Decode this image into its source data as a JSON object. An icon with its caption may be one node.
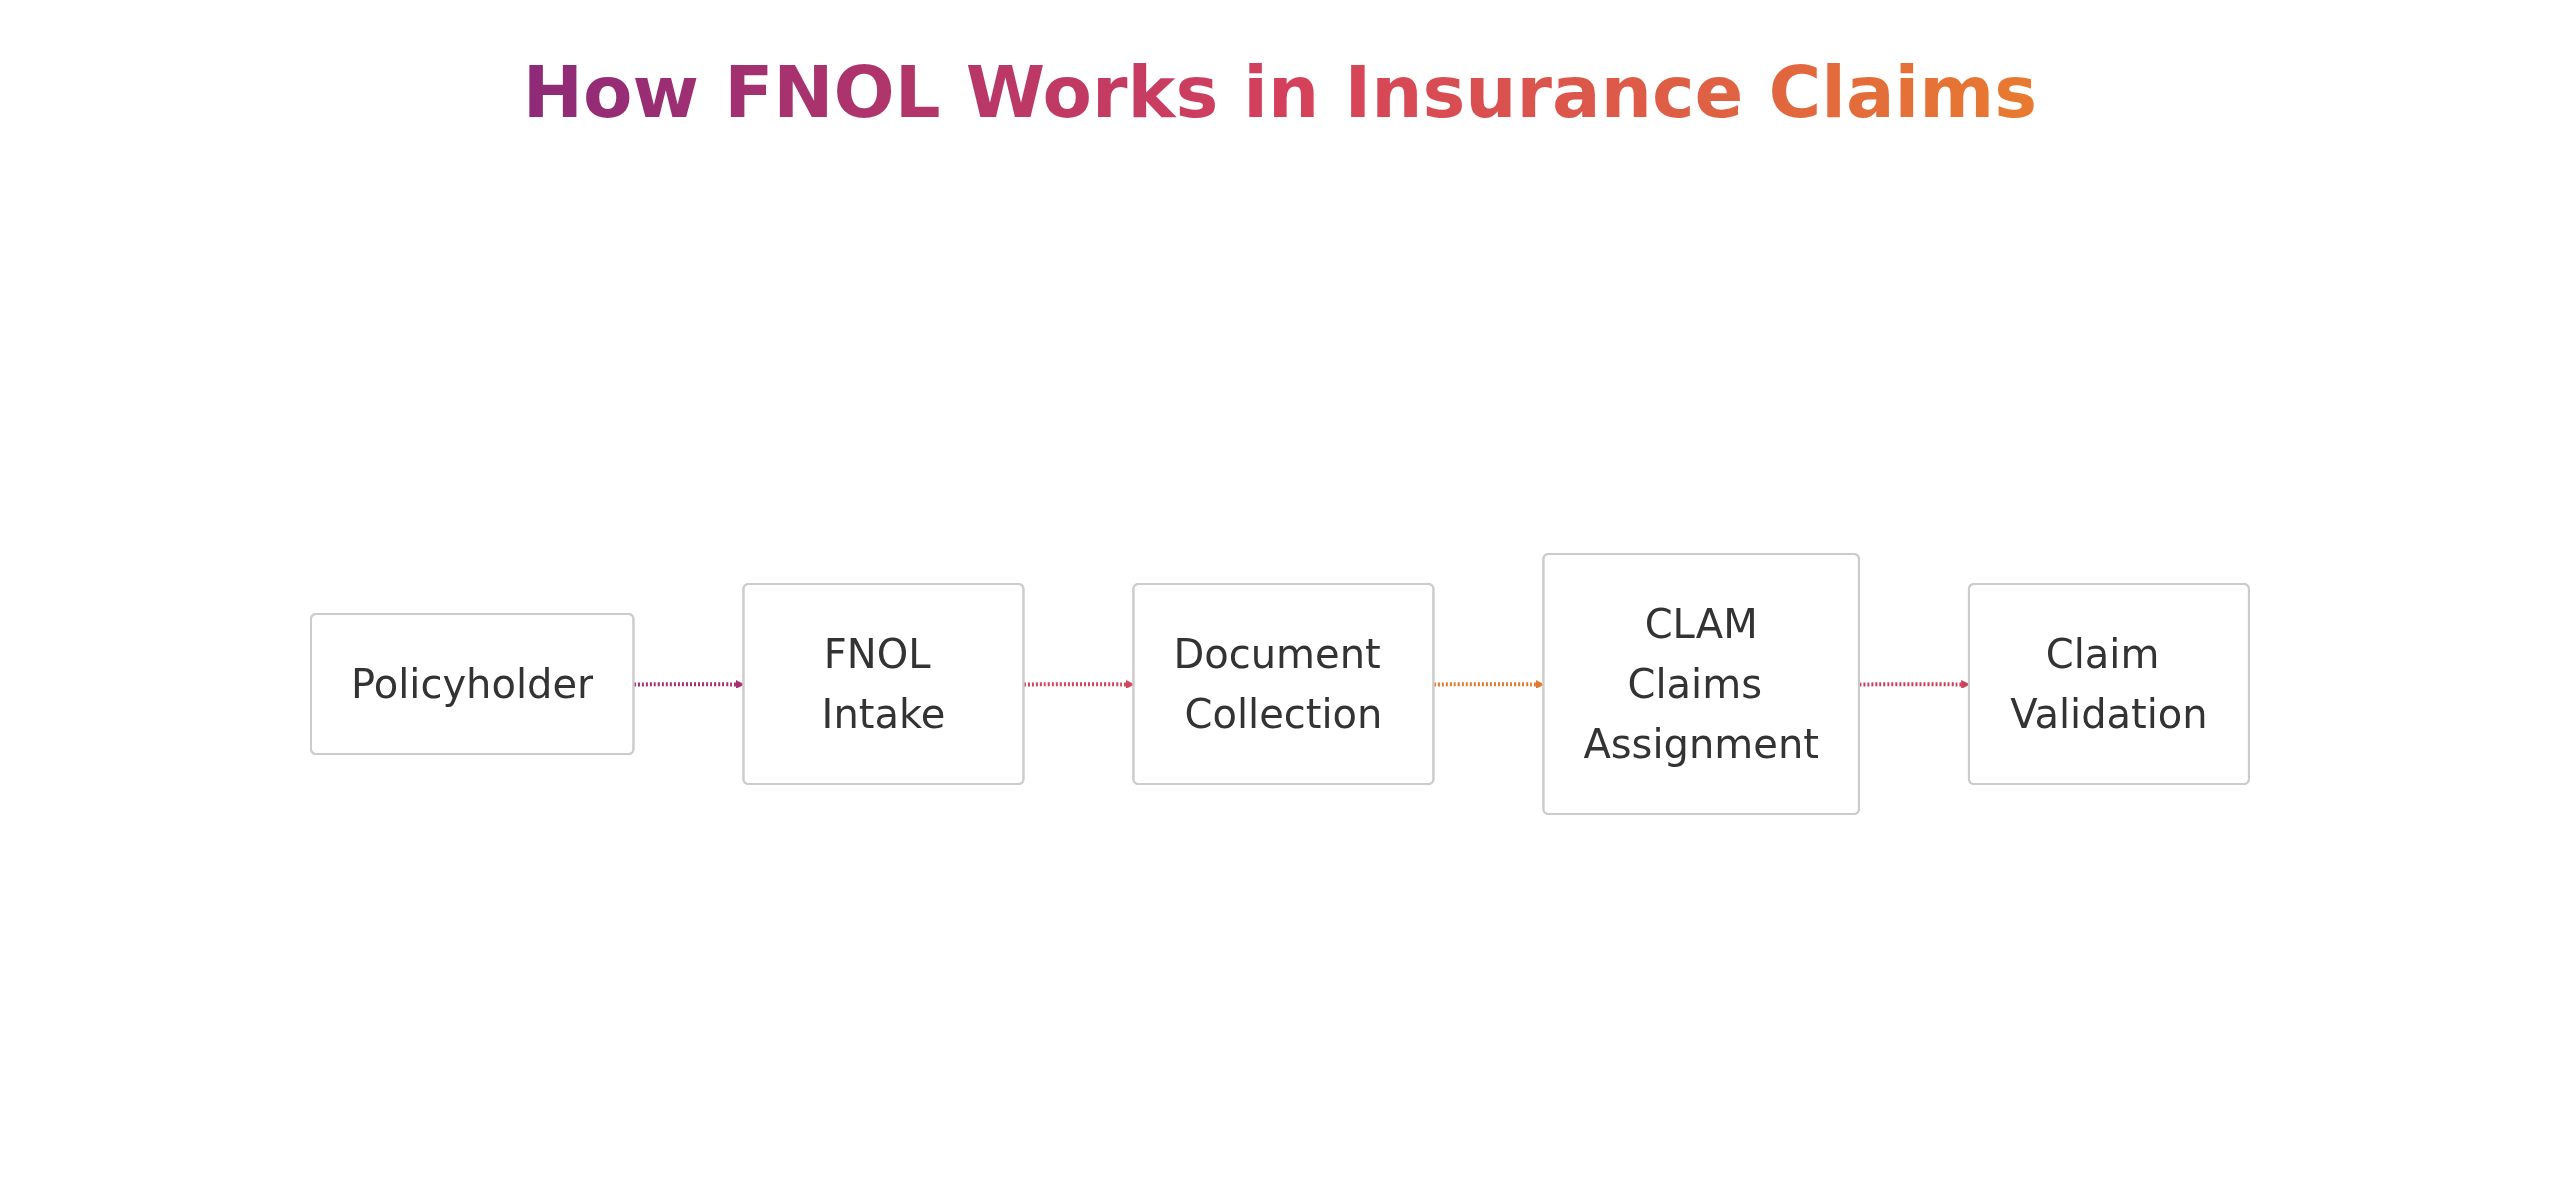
{
  "diagram": {
    "title": "How FNOL Works in Insurance Claims",
    "nodes": [
      {
        "text": [
          "Policyholder"
        ]
      },
      {
        "text": [
          "FNOL Intake"
        ]
      },
      {
        "text": [
          "Document Collection"
        ]
      },
      {
        "text": [
          "CLAM",
          "Claims Assignment"
        ]
      },
      {
        "text": [
          "Claim Validation"
        ]
      }
    ],
    "edges": [
      {
        "from": 0,
        "to": 1,
        "arrow": "to",
        "style": "dashed",
        "color": "#a8306e"
      },
      {
        "from": 1,
        "to": 2,
        "arrow": "to",
        "style": "dashed",
        "color": "#d2455a"
      },
      {
        "from": 2,
        "to": 3,
        "arrow": "to",
        "style": "dashed",
        "color": "#e07a30"
      },
      {
        "from": 3,
        "to": 4,
        "arrow": "to",
        "style": "dashed",
        "color": "#c8405a"
      }
    ]
  }
}
